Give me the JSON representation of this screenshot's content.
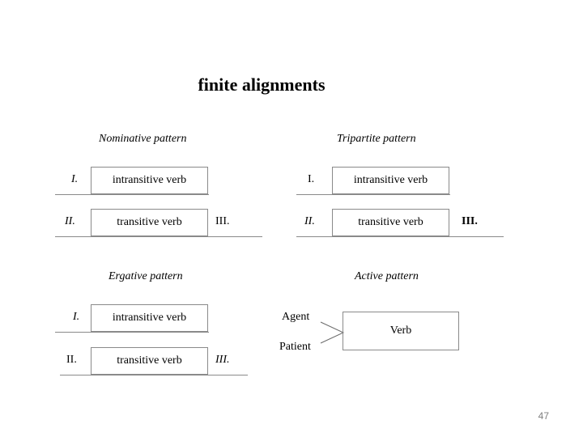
{
  "slide": {
    "title": "finite alignments",
    "page_number": "47"
  },
  "nominative": {
    "title": "Nominative pattern",
    "row1_marker": "I.",
    "row1_box": "intransitive verb",
    "row2_marker": "II.",
    "row2_box": "transitive verb",
    "row2_right": "III."
  },
  "tripartite": {
    "title": "Tripartite pattern",
    "row1_marker": "I.",
    "row1_box": "intransitive verb",
    "row2_marker": "II.",
    "row2_box": "transitive verb",
    "row2_right": "III."
  },
  "ergative": {
    "title": "Ergative pattern",
    "row1_marker": "I.",
    "row1_box": "intransitive verb",
    "row2_marker": "II.",
    "row2_box": "transitive verb",
    "row2_right": "III."
  },
  "active": {
    "title": "Active pattern",
    "agent": "Agent",
    "patient": "Patient",
    "verb": "Verb"
  }
}
